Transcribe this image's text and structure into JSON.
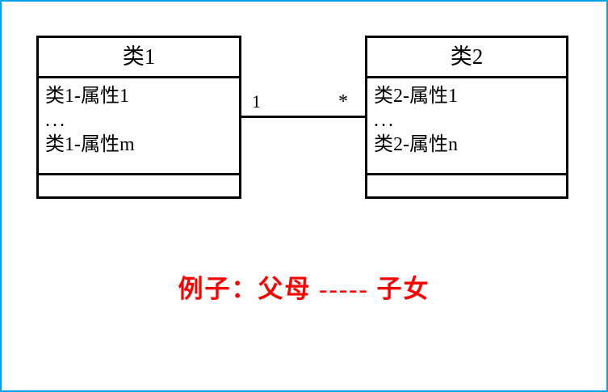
{
  "page": {
    "frame_color": "#00a2e8",
    "background": "#ffffff"
  },
  "diagram": {
    "type": "uml-class-diagram",
    "classes": [
      {
        "id": "class1",
        "title": "类1",
        "attributes": [
          "类1-属性1",
          "...",
          "类1-属性m"
        ],
        "operations": []
      },
      {
        "id": "class2",
        "title": "类2",
        "attributes": [
          "类2-属性1",
          "...",
          "类2-属性n"
        ],
        "operations": []
      }
    ],
    "association": {
      "source_multiplicity": "1",
      "target_multiplicity": "*",
      "line_color": "#000000"
    }
  },
  "caption": {
    "text": "例子：父母 ----- 子女",
    "color": "#ff0000"
  }
}
